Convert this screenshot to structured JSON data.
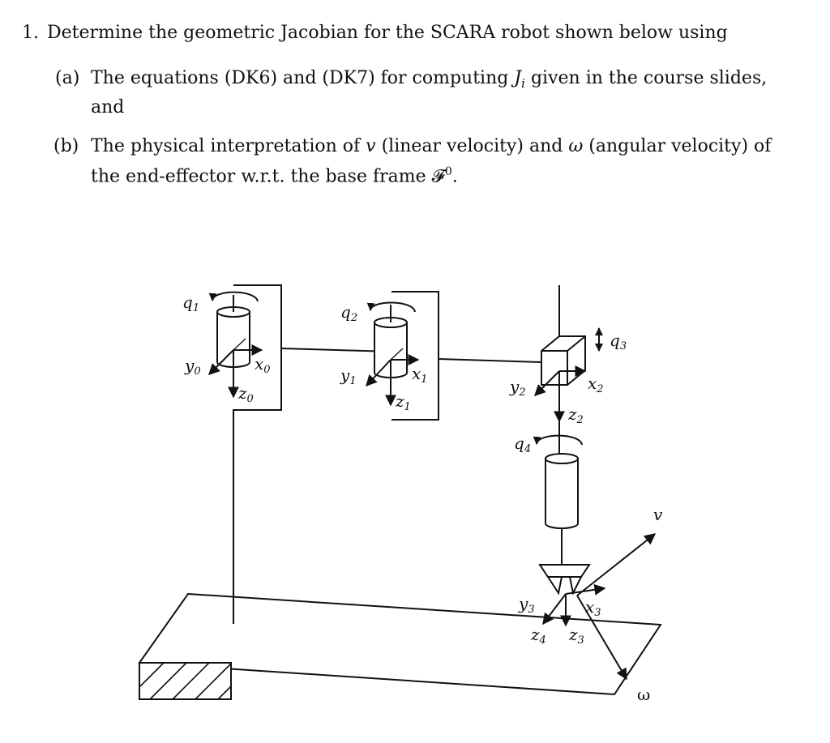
{
  "problem": {
    "number": "1.",
    "stem": "Determine the geometric Jacobian for the SCARA robot shown below using",
    "part_a": {
      "label": "(a)",
      "text_line1_pre": "The equations (DK6) and (DK7) for computing ",
      "symbol": "J",
      "symbol_sub": "i",
      "text_line1_post": " given in the course slides,",
      "text_line2": "and"
    },
    "part_b": {
      "label": "(b)",
      "text_line1_pre": "The physical interpretation of ",
      "v_symbol": "v",
      "text_line1_mid": " (linear velocity) and ",
      "omega_symbol": "ω",
      "text_line1_post": " (angular velocity) of",
      "text_line2_pre": "the end-effector w.r.t. the base frame ",
      "frame_symbol": "𝓕",
      "frame_sup": "0",
      "text_line2_post": "."
    }
  },
  "figure_labels": {
    "q1": "q",
    "q1_sub": "1",
    "q2": "q",
    "q2_sub": "2",
    "q3": "q",
    "q3_sub": "3",
    "q4": "q",
    "q4_sub": "4",
    "y0": "y",
    "y0_sub": "0",
    "x0": "x",
    "x0_sub": "0",
    "z0": "z",
    "z0_sub": "0",
    "y1": "y",
    "y1_sub": "1",
    "x1": "x",
    "x1_sub": "1",
    "z1": "z",
    "z1_sub": "1",
    "y2": "y",
    "y2_sub": "2",
    "x2": "x",
    "x2_sub": "2",
    "z2": "z",
    "z2_sub": "2",
    "y3": "y",
    "y3_sub": "3",
    "x3": "x",
    "x3_sub": "3",
    "z3": "z",
    "z3_sub": "3",
    "z4": "z",
    "z4_sub": "4",
    "v": "v",
    "omega": "ω"
  }
}
